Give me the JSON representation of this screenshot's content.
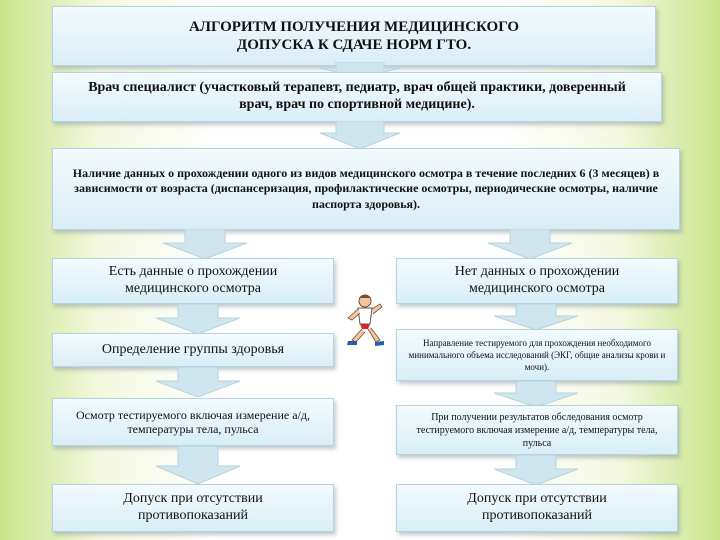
{
  "title": "АЛГОРИТМ ПОЛУЧЕНИЯ МЕДИЦИНСКОГО ДОПУСКА К СДАЧЕ НОРМ ГТО.",
  "specialist": "Врач специалист (участковый терапевт, педиатр, врач общей практики, доверенный врач, врач по спортивной медицине).",
  "exam_data": "Наличие данных о прохождении одного из видов медицинского осмотра в течение последних 6 (3 месяцев) в зависимости от возраста (диспансеризация, профилактические осмотры, периодические осмотры, наличие паспорта здоровья).",
  "left": {
    "has_data": "Есть данные о прохождении медицинского осмотра",
    "health_group": "Определение группы здоровья",
    "examination": "Осмотр тестируемого включая измерение а/д, температуры тела, пульса",
    "admission": "Допуск при отсутствии противопоказаний"
  },
  "right": {
    "no_data": "Нет данных о прохождении медицинского осмотра",
    "referral": "Направление тестируемого для прохождения необходимого минимального объема исследований (ЭКГ, общие анализы крови и мочи).",
    "results_exam": "При получении результатов обследования осмотр тестируемого включая измерение а/д, температуры тела, пульса",
    "admission": "Допуск при отсутствии противопоказаний"
  },
  "colors": {
    "box_top": "#f3fafd",
    "box_bottom": "#d9eef6",
    "arrow": "#cfe6ef",
    "side_green": "#c9e48a"
  }
}
